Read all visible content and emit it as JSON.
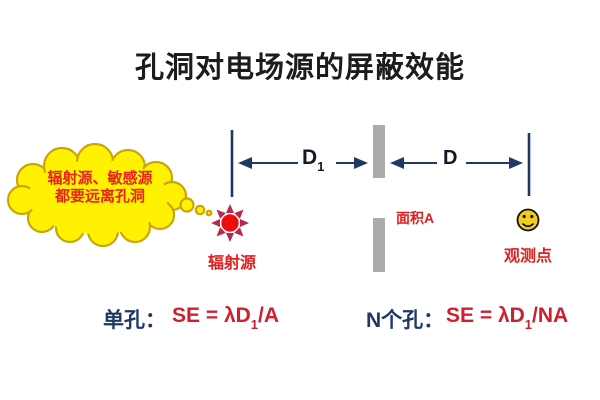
{
  "title": "孔洞对电场源的屏蔽效能",
  "colors": {
    "navy": "#1f3864",
    "label_red": "#df1f1f",
    "formula_red": "#cc2130",
    "cloud_yellow": "#fff101",
    "cloud_outline": "#c7a50b",
    "cloud_text_red": "#e8231b",
    "wall_gray": "#ababab",
    "star_center_red": "#ee0d0d",
    "star_spike_crimson": "#b52a4e",
    "smiley_yellow": "#f2cd1e"
  },
  "cloud": {
    "line1": "辐射源、敏感源",
    "line2": "都要远离孔洞"
  },
  "diagram": {
    "d1_label": {
      "main": "D",
      "sub": "1"
    },
    "d_label": "D",
    "area_label": "面积A",
    "source_label": "辐射源",
    "observer_label": "观测点"
  },
  "formulas": {
    "single": {
      "prefix": "单孔：",
      "se": "SE = λD",
      "sub": "1",
      "suffix": "/A"
    },
    "multi": {
      "prefix": "N个孔：",
      "se": "SE = λD",
      "sub": "1",
      "suffix": "/NA"
    }
  }
}
